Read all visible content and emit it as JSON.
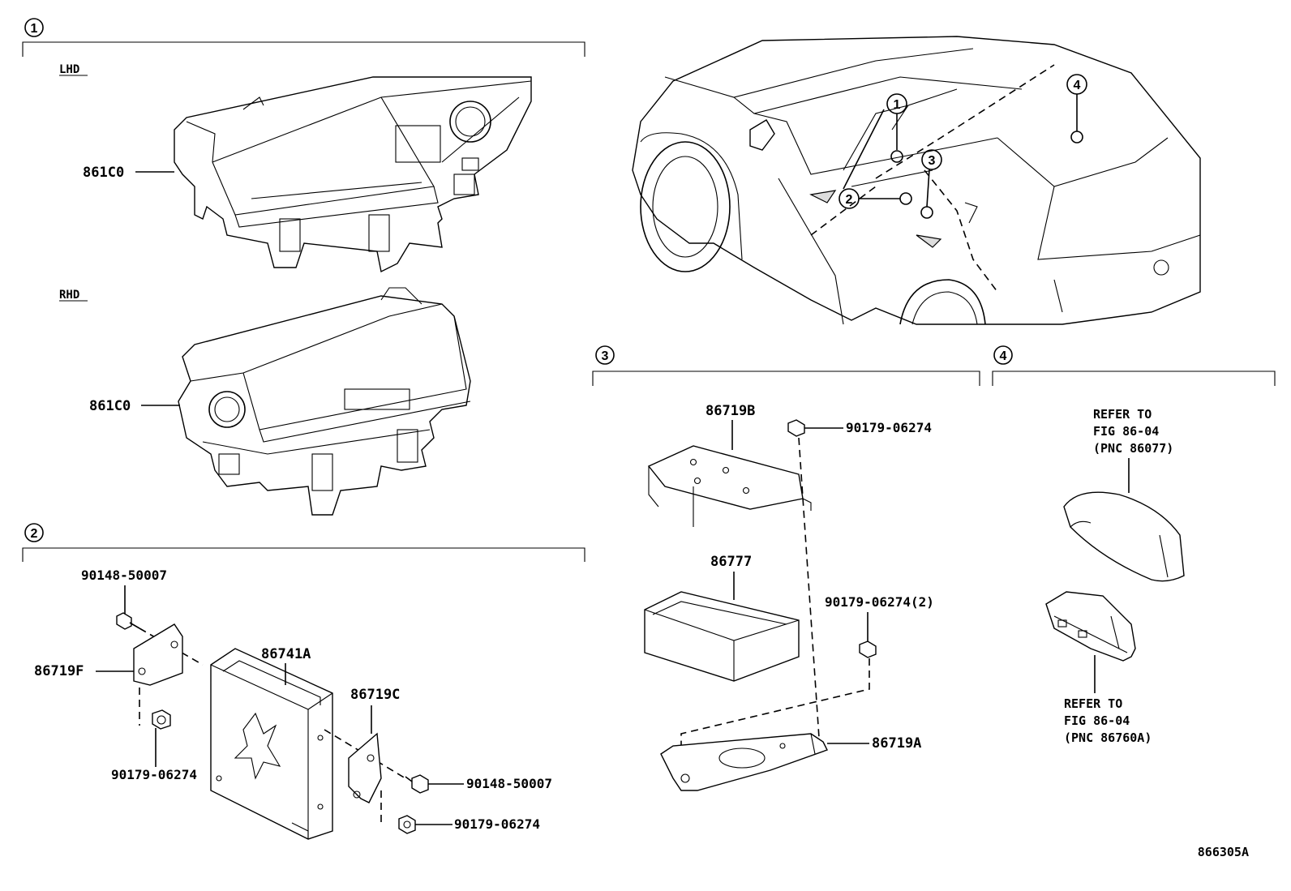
{
  "section_badges": [
    "1",
    "2",
    "3",
    "4"
  ],
  "section1": {
    "lhd_label": "LHD",
    "rhd_label": "RHD",
    "lhd_part": "861C0",
    "rhd_part": "861C0"
  },
  "section2": {
    "bolt_top": "90148-50007",
    "bracket_left": "86719F",
    "nut_left": "90179-06274",
    "main_unit": "86741A",
    "bracket_right": "86719C",
    "bolt_right": "90148-50007",
    "nut_right": "90179-06274"
  },
  "section3": {
    "bracket_top": "86719B",
    "nut_top": "90179-06274",
    "unit": "86777",
    "nut_mid": "90179-06274(2)",
    "bracket_bottom": "86719A"
  },
  "section4": {
    "ref_top": [
      "REFER TO",
      "FIG 86-04",
      "(PNC 86077)"
    ],
    "ref_bottom": [
      "REFER TO",
      "FIG 86-04",
      "(PNC 86760A)"
    ]
  },
  "vehicle_callouts": [
    "1",
    "2",
    "3",
    "4"
  ],
  "diagram_id": "866305A"
}
